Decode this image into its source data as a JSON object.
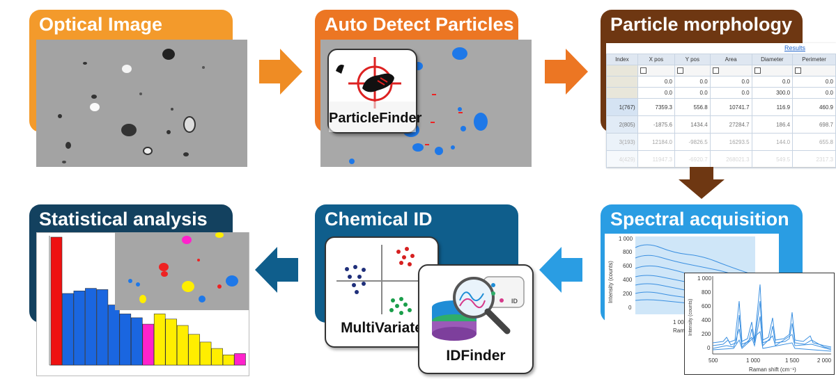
{
  "panels": {
    "optical_image": {
      "title": "Optical Image",
      "color": "#f39a2b"
    },
    "auto_detect": {
      "title": "Auto Detect Particles",
      "color": "#ec7623",
      "badge_label": "ParticleFinder"
    },
    "morphology": {
      "title": "Particle morphology",
      "color": "#6e3712"
    },
    "spectral": {
      "title": "Spectral acquisition",
      "color": "#2a9de3"
    },
    "chemical_id": {
      "title": "Chemical ID",
      "color": "#0f5e8c",
      "badge1_label": "MultiVariate",
      "badge2_label": "IDFinder",
      "id_tag": "ID"
    },
    "statistical": {
      "title": "Statistical analysis",
      "color": "#13415f"
    }
  },
  "results_table": {
    "title": "Results",
    "headers": [
      "Index",
      "X pos",
      "Y pos",
      "Area",
      "Diameter",
      "Perimeter"
    ],
    "rows": [
      [
        "",
        "0.0",
        "0.0",
        "0.0",
        "0.0",
        "0.0"
      ],
      [
        "",
        "0.0",
        "0.0",
        "0.0",
        "300.0",
        "0.0"
      ],
      [
        "1(767)",
        "7359.3",
        "556.8",
        "10741.7",
        "116.9",
        "460.9"
      ],
      [
        "2(805)",
        "-1875.6",
        "1434.4",
        "27284.7",
        "186.4",
        "698.7"
      ],
      [
        "3(193)",
        "12184.0",
        "-9826.5",
        "16293.5",
        "144.0",
        "655.8"
      ],
      [
        "4(429)",
        "11947.3",
        "-6920.7",
        "268021.3",
        "549.5",
        "2317.3"
      ]
    ]
  },
  "spectrum_back": {
    "ylabel": "Intensity (counts)",
    "yticks": [
      "1 000",
      "800",
      "600",
      "400",
      "200",
      "0"
    ],
    "xticks": [
      "1 000"
    ],
    "xlabel_partial": "Ram"
  },
  "spectrum_front": {
    "ylabel": "Intensity (counts)",
    "xlabel": "Raman shift (cm⁻¹)",
    "yticks": [
      "1 000",
      "800",
      "600",
      "400",
      "200",
      "0"
    ],
    "xticks": [
      "500",
      "1 000",
      "1 500",
      "2 000"
    ]
  },
  "histogram": {
    "values": [
      100,
      56,
      58,
      60,
      59,
      47,
      40,
      37,
      32,
      40,
      36,
      31,
      24,
      18,
      13,
      8,
      9
    ],
    "colors": [
      "#ee1111",
      "#1a66e0",
      "#1a66e0",
      "#1a66e0",
      "#1a66e0",
      "#1a66e0",
      "#1a66e0",
      "#1a66e0",
      "#ff22cc",
      "#ffee00",
      "#ffee00",
      "#ffee00",
      "#ffee00",
      "#ffee00",
      "#ffee00",
      "#ffee00",
      "#ff22cc"
    ]
  },
  "arrows": {
    "orange": "#ef8c24",
    "brown": "#6e3712",
    "blue_light": "#2a9de3",
    "blue_dark": "#0f5e8c"
  }
}
